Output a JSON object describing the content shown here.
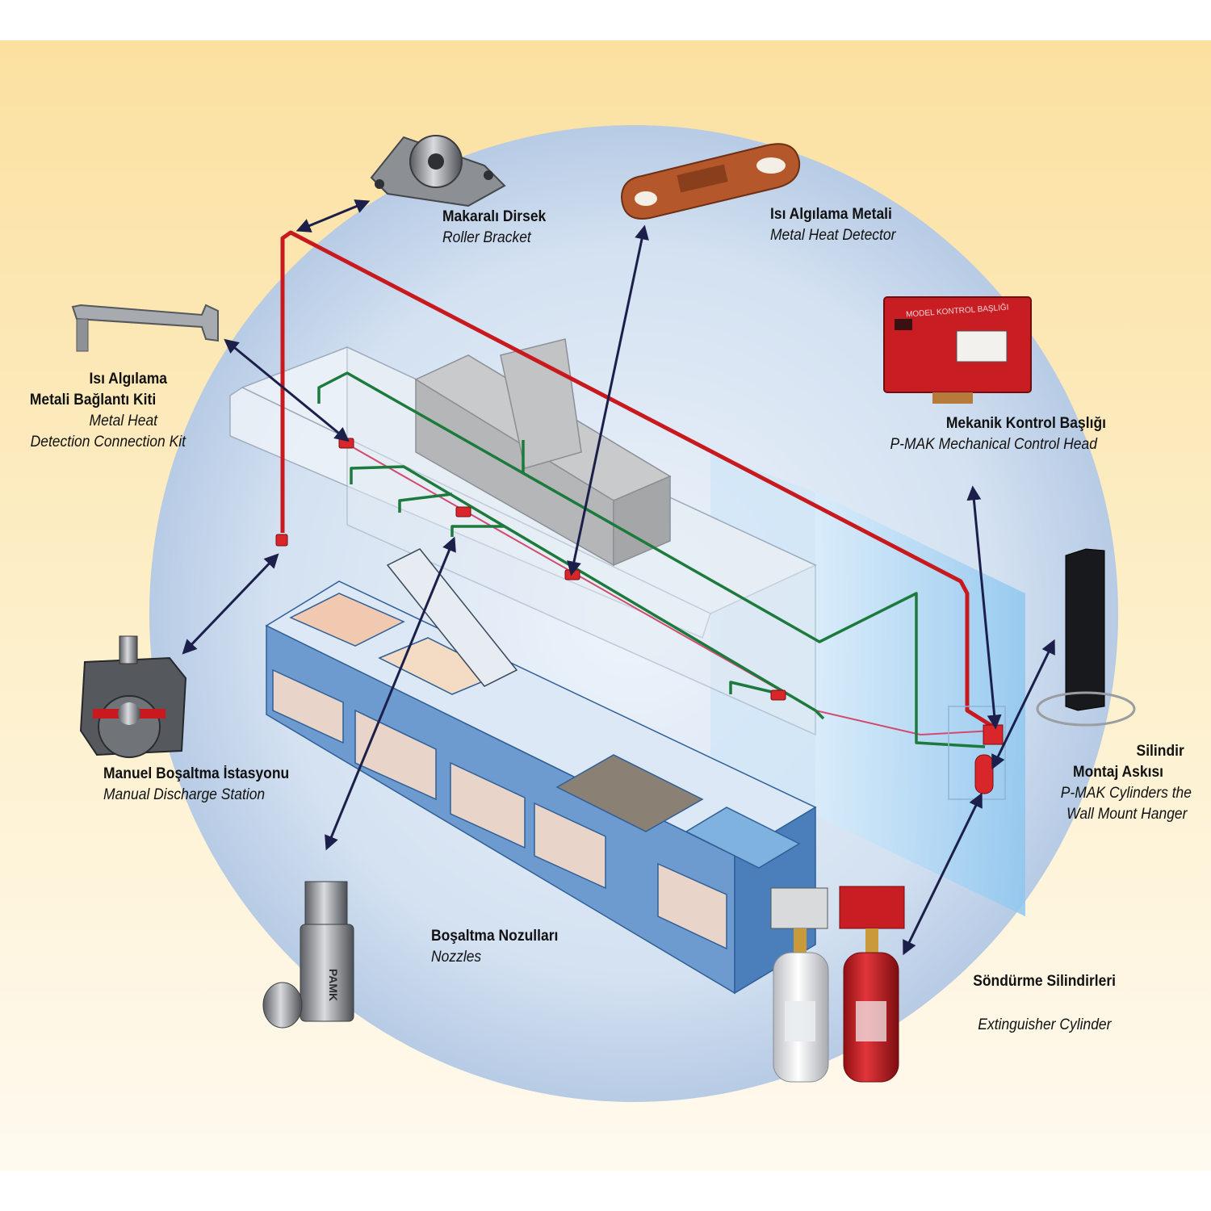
{
  "colors": {
    "background_top": "#fbe2a3",
    "background_bottom": "#fff8e6",
    "circle": "#c9daee",
    "hood": "#e7eef6",
    "appliance_blue": "#5f8fc5",
    "pipe_red": "#c8191e",
    "pipe_green": "#1c7a3c",
    "arrow": "#1b1f4a"
  },
  "labels": {
    "roller_bracket": {
      "tr": "Makaralı Dirsek",
      "en": "Roller Bracket"
    },
    "metal_heat_detector": {
      "tr": "Isı Algılama Metali",
      "en": "Metal Heat Detector"
    },
    "connection_kit": {
      "tr1": "Isı Algılama",
      "tr2": "Metali Bağlantı Kiti",
      "en1": "Metal Heat",
      "en2": "Detection Connection Kit"
    },
    "control_head": {
      "tr": "Mekanik Kontrol Başlığı",
      "en": "P-MAK Mechanical Control Head"
    },
    "wall_hanger": {
      "tr1": "Silindir",
      "tr2": "Montaj Askısı",
      "en1": "P-MAK Cylinders the",
      "en2": "Wall Mount Hanger"
    },
    "manual_station": {
      "tr": "Manuel Boşaltma İstasyonu",
      "en": "Manual Discharge Station"
    },
    "nozzles": {
      "tr": "Boşaltma Nozulları",
      "en": "Nozzles"
    },
    "cylinders": {
      "tr": "Söndürme Silindirleri",
      "en": "Extinguisher Cylinder"
    }
  },
  "product_text": {
    "control_head_plate": "MODEL KONTROL BAŞLIĞI",
    "nozzle_brand": "PAMK"
  }
}
